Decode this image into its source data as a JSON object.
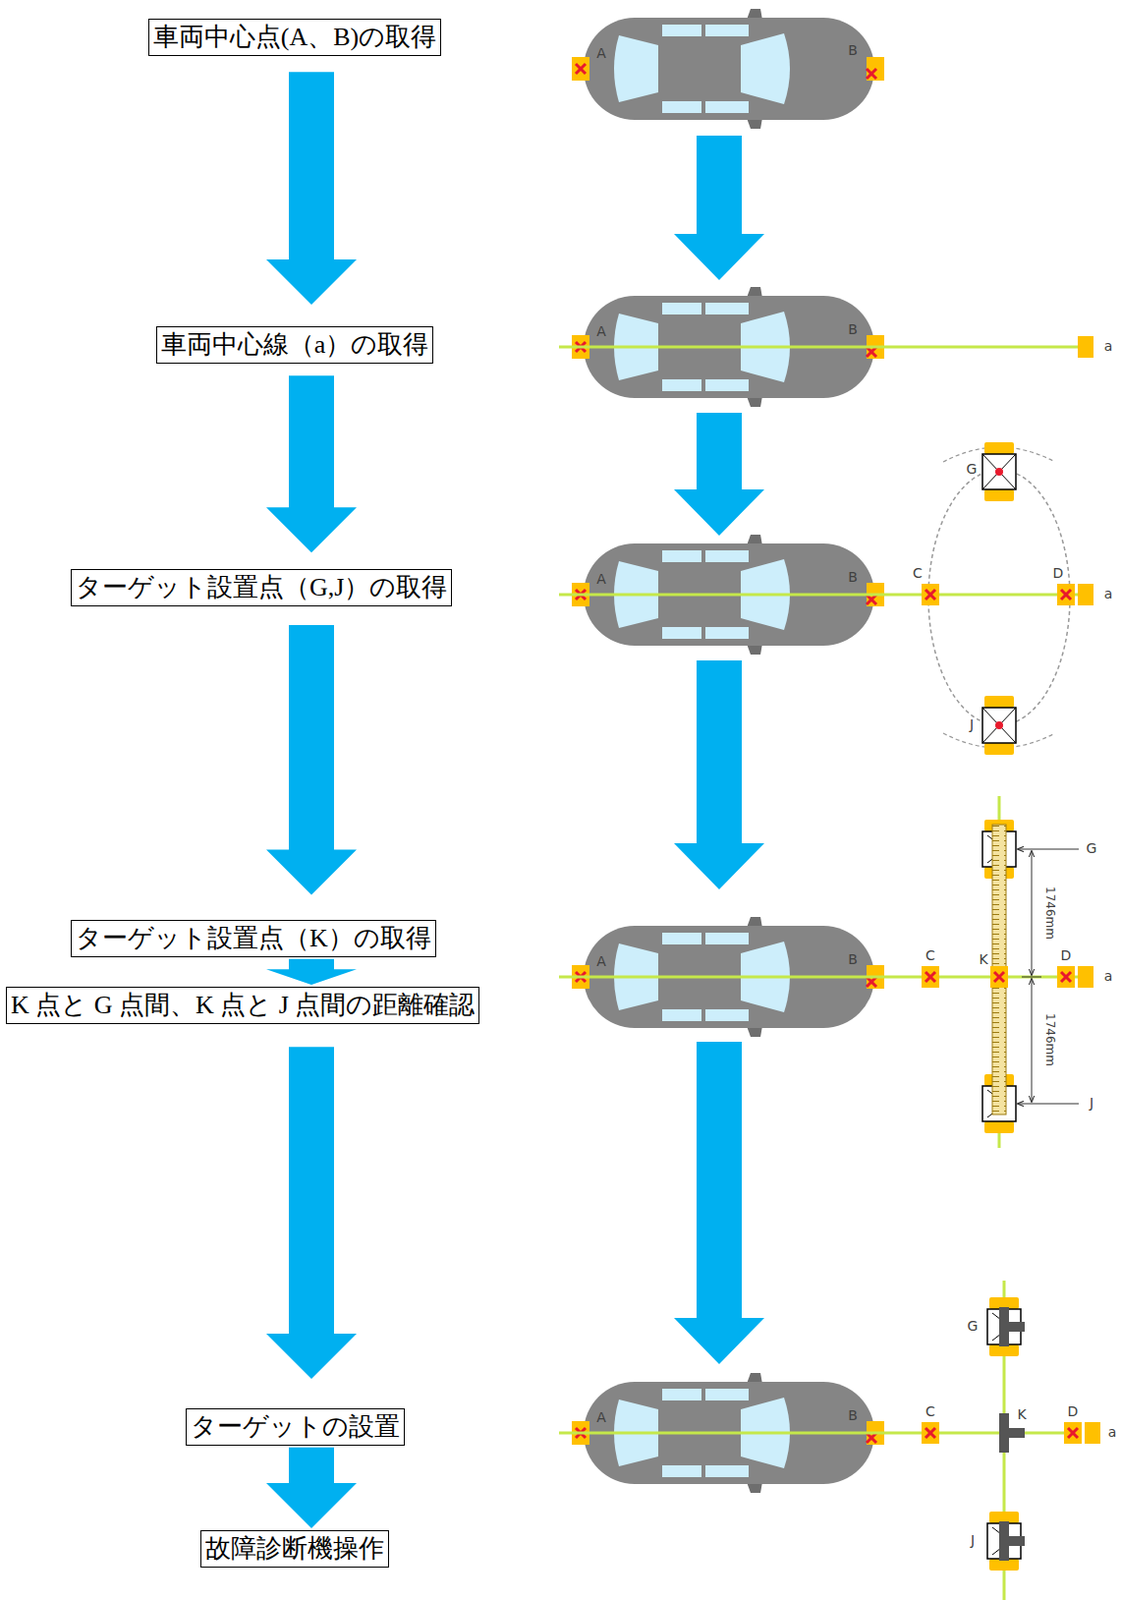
{
  "diagram": {
    "nodes": [
      {
        "text": [
          "車両中心点(A、B)の取得"
        ]
      },
      {
        "text": [
          "車両中心線（a）の取得"
        ]
      },
      {
        "text": [
          "ターゲット設置点（G,J）の取得"
        ]
      },
      {
        "text": [
          "ターゲット設置点（K）の取得"
        ]
      },
      {
        "text": [
          "K 点と G 点間、K 点と J 点間の距離確認"
        ]
      },
      {
        "text": [
          "ターゲットの設置"
        ]
      },
      {
        "text": [
          "故障診断機操作"
        ]
      }
    ],
    "edges": [
      {
        "from": 0,
        "to": 1,
        "arrow": "to"
      },
      {
        "from": 1,
        "to": 2,
        "arrow": "to"
      },
      {
        "from": 2,
        "to": 3,
        "arrow": "to"
      },
      {
        "from": 3,
        "to": 4,
        "arrow": "to"
      },
      {
        "from": 4,
        "to": 5,
        "arrow": "to"
      },
      {
        "from": 5,
        "to": 6,
        "arrow": "to"
      }
    ],
    "labels": [
      "A",
      "B",
      "A",
      "B",
      "a",
      "G",
      "A",
      "B",
      "C",
      "D",
      "a",
      "J",
      "G",
      "1746mm",
      "A",
      "B",
      "C",
      "K",
      "D",
      "a",
      "1746mm",
      "J",
      "G",
      "A",
      "B",
      "C",
      "K",
      "D",
      "a",
      "J"
    ]
  }
}
